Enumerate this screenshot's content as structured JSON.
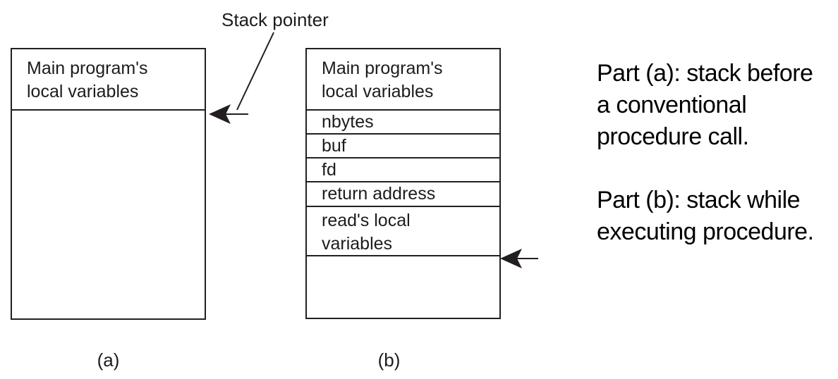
{
  "stack_pointer_label": "Stack pointer",
  "stack_a": {
    "header_lines": [
      "Main program's",
      "local variables"
    ],
    "caption": "(a)"
  },
  "stack_b": {
    "header_lines": [
      "Main program's",
      "local variables"
    ],
    "rows": [
      {
        "label": "nbytes"
      },
      {
        "label": "buf"
      },
      {
        "label": "fd"
      },
      {
        "label": "return address"
      },
      {
        "label": "read's local variables",
        "lines": [
          "read's local",
          "variables"
        ]
      }
    ],
    "caption": "(b)"
  },
  "annotations": {
    "part_a": "Part (a): stack before a conventional procedure call.",
    "part_a_lines": [
      "Part (a): stack before",
      "a conventional",
      "procedure call."
    ],
    "part_b": "Part (b): stack while executing procedure.",
    "part_b_lines": [
      "Part (b): stack while",
      "executing procedure."
    ]
  },
  "colors": {
    "line": "#231f20",
    "text": "#1c1c1c",
    "annotation_text": "#000000",
    "background": "#ffffff"
  }
}
